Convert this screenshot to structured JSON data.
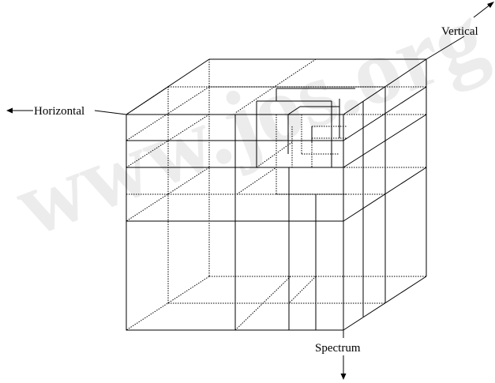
{
  "watermark": "www.jos.org",
  "labels": {
    "horizontal": "Horizontal",
    "vertical": "Vertical",
    "spectrum": "Spectrum"
  },
  "colors": {
    "lines": "#000000",
    "background": "#ffffff",
    "watermark": "#c9c9c9"
  }
}
